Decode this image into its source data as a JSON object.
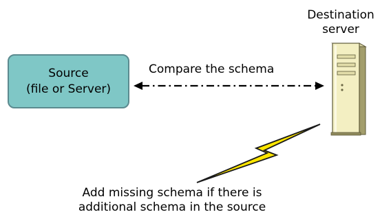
{
  "destination": {
    "line1": "Destination",
    "line2": "server",
    "icon": "server-icon"
  },
  "source": {
    "line1": "Source",
    "line2": "(file or Server)"
  },
  "connector": {
    "label": "Compare the schema",
    "style": "dash-dot",
    "direction": "both"
  },
  "bolt": {
    "icon": "lightning-bolt-icon"
  },
  "caption": {
    "line1": "Add missing schema if there is",
    "line2": "additional schema in the source"
  },
  "colors": {
    "source_fill": "#7fc7c6",
    "source_border": "#5b8a8f",
    "server_body": "#f3efc2",
    "server_shadow": "#a39e6c",
    "bolt_fill": "#ffe600",
    "bolt_stroke": "#1a1a1a"
  }
}
